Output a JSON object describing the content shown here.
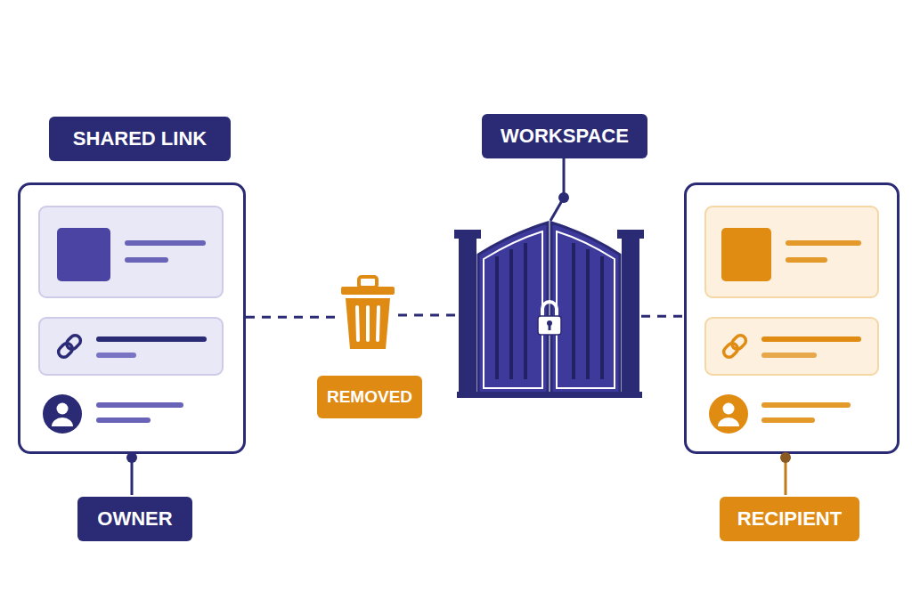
{
  "diagram": {
    "nodes": [
      {
        "text": [
          "SHARED LINK",
          "OWNER"
        ]
      },
      {
        "text": [
          "REMOVED"
        ]
      },
      {
        "text": [
          "WORKSPACE"
        ]
      },
      {
        "text": [
          "RECIPIENT"
        ]
      }
    ],
    "edges": [
      {
        "from": 0,
        "to": 1,
        "arrow": "none"
      },
      {
        "from": 1,
        "to": 2,
        "arrow": "none"
      },
      {
        "from": 2,
        "to": 3,
        "arrow": "none"
      }
    ]
  }
}
